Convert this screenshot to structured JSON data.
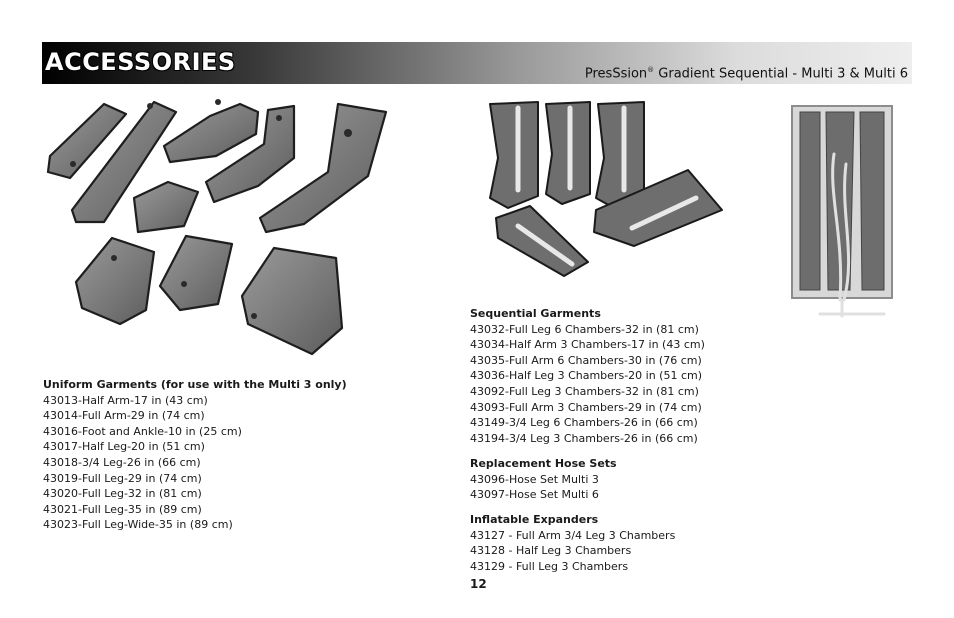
{
  "header": {
    "title": "ACCESSORIES",
    "subtitle_brand": "PresSsion",
    "subtitle_mark": "®",
    "subtitle_rest": " Gradient Sequential - Multi 3 & Multi 6"
  },
  "uniform_garments": {
    "heading": "Uniform Garments (for use with the Multi 3 only)",
    "items": [
      "43013-Half Arm-17 in (43 cm)",
      "43014-Full Arm-29 in (74 cm)",
      "43016-Foot and Ankle-10 in (25 cm)",
      "43017-Half Leg-20 in (51 cm)",
      "43018-3/4 Leg-26 in (66 cm)",
      "43019-Full Leg-29 in (74 cm)",
      "43020-Full Leg-32 in (81 cm)",
      "43021-Full Leg-35 in (89 cm)",
      "43023-Full Leg-Wide-35 in (89 cm)"
    ]
  },
  "sequential_garments": {
    "heading": "Sequential Garments",
    "items": [
      "43032-Full Leg 6 Chambers-32 in (81 cm)",
      "43034-Half Arm 3 Chambers-17 in (43 cm)",
      "43035-Full Arm 6 Chambers-30 in (76 cm)",
      "43036-Half Leg 3 Chambers-20 in (51 cm)",
      "43092-Full Leg 3 Chambers-32 in (81 cm)",
      "43093-Full Arm 3 Chambers-29 in (74 cm)",
      "43149-3/4 Leg 6 Chambers-26 in (66 cm)",
      "43194-3/4 Leg 3 Chambers-26 in (66 cm)"
    ]
  },
  "replacement_hose_sets": {
    "heading": "Replacement Hose Sets",
    "items": [
      "43096-Hose Set Multi 3",
      "43097-Hose Set Multi 6"
    ]
  },
  "inflatable_expanders": {
    "heading": "Inflatable Expanders",
    "items": [
      "43127 - Full Arm 3/4 Leg 3 Chambers",
      "43128 - Half Leg 3 Chambers",
      "43129 - Full Leg 3 Chambers"
    ]
  },
  "page_number": "12",
  "colors": {
    "garment_gray": "#7a7a7a",
    "garment_dark": "#5e5e5e",
    "outline": "#1e1e1e"
  }
}
